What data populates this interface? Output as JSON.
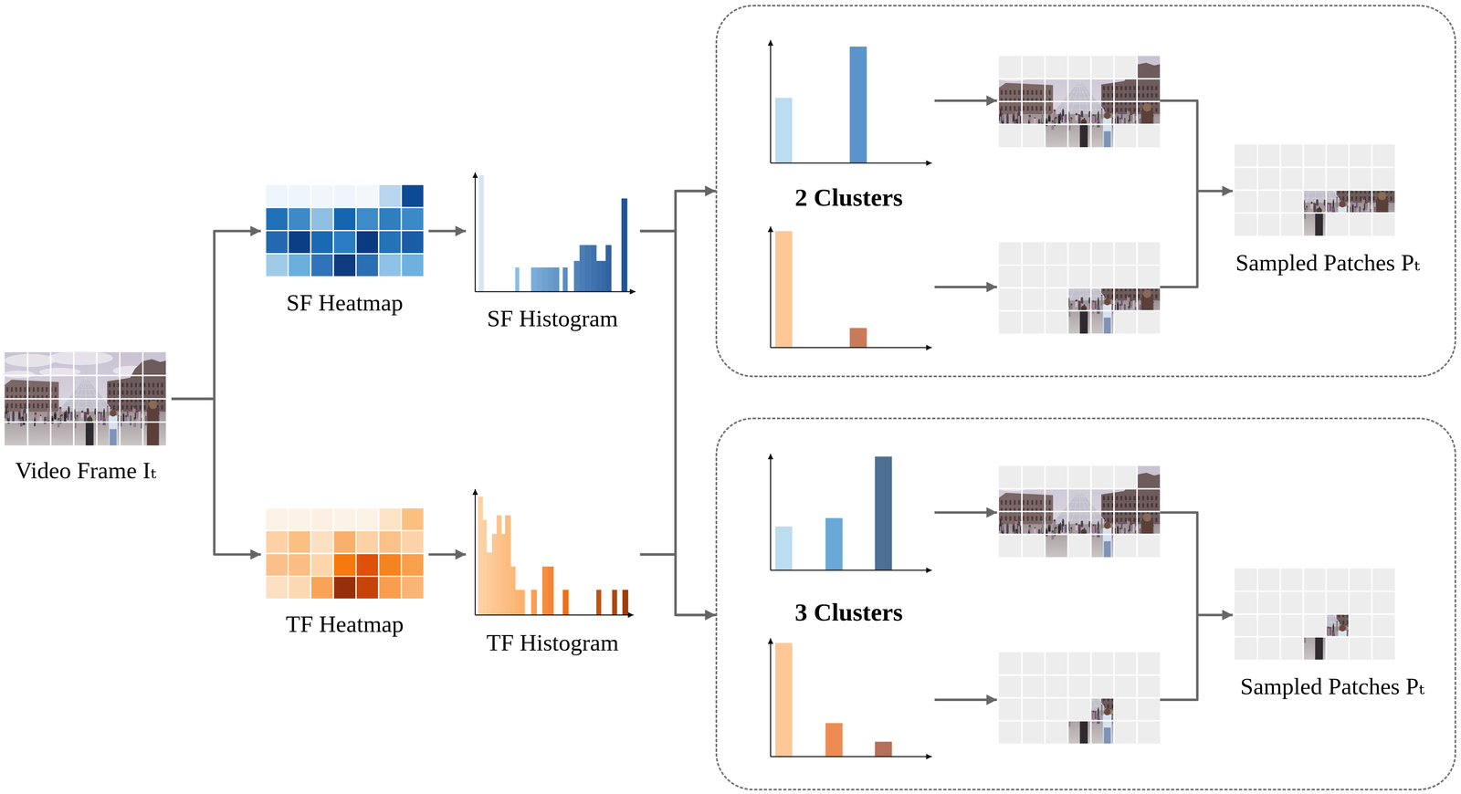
{
  "diagram": {
    "nodes": [
      {
        "text": [
          "Video Frame Iₜ"
        ]
      },
      {
        "text": [
          "SF Heatmap"
        ]
      },
      {
        "text": [
          "TF Heatmap"
        ]
      },
      {
        "text": [
          "SF Histogram"
        ]
      },
      {
        "text": [
          "TF Histogram"
        ]
      },
      {
        "text": [
          "2 Clusters"
        ]
      },
      {
        "text": [
          "Sampled Patches Pₜ"
        ],
        "in": 5
      },
      {
        "text": [
          "3 Clusters"
        ]
      },
      {
        "text": [
          "Sampled Patches Pₜ"
        ],
        "in": 7
      }
    ],
    "edges": [
      {
        "from": 0,
        "to": 1,
        "arrow": "to"
      },
      {
        "from": 0,
        "to": 2,
        "arrow": "to"
      },
      {
        "from": 1,
        "to": 3,
        "arrow": "to"
      },
      {
        "from": 2,
        "to": 4,
        "arrow": "to"
      },
      {
        "from": 3,
        "to": 5,
        "arrow": "to"
      },
      {
        "from": 3,
        "to": 7,
        "arrow": "to"
      },
      {
        "from": 4,
        "to": 5,
        "arrow": "to"
      },
      {
        "from": 4,
        "to": 7,
        "arrow": "to"
      }
    ]
  }
}
